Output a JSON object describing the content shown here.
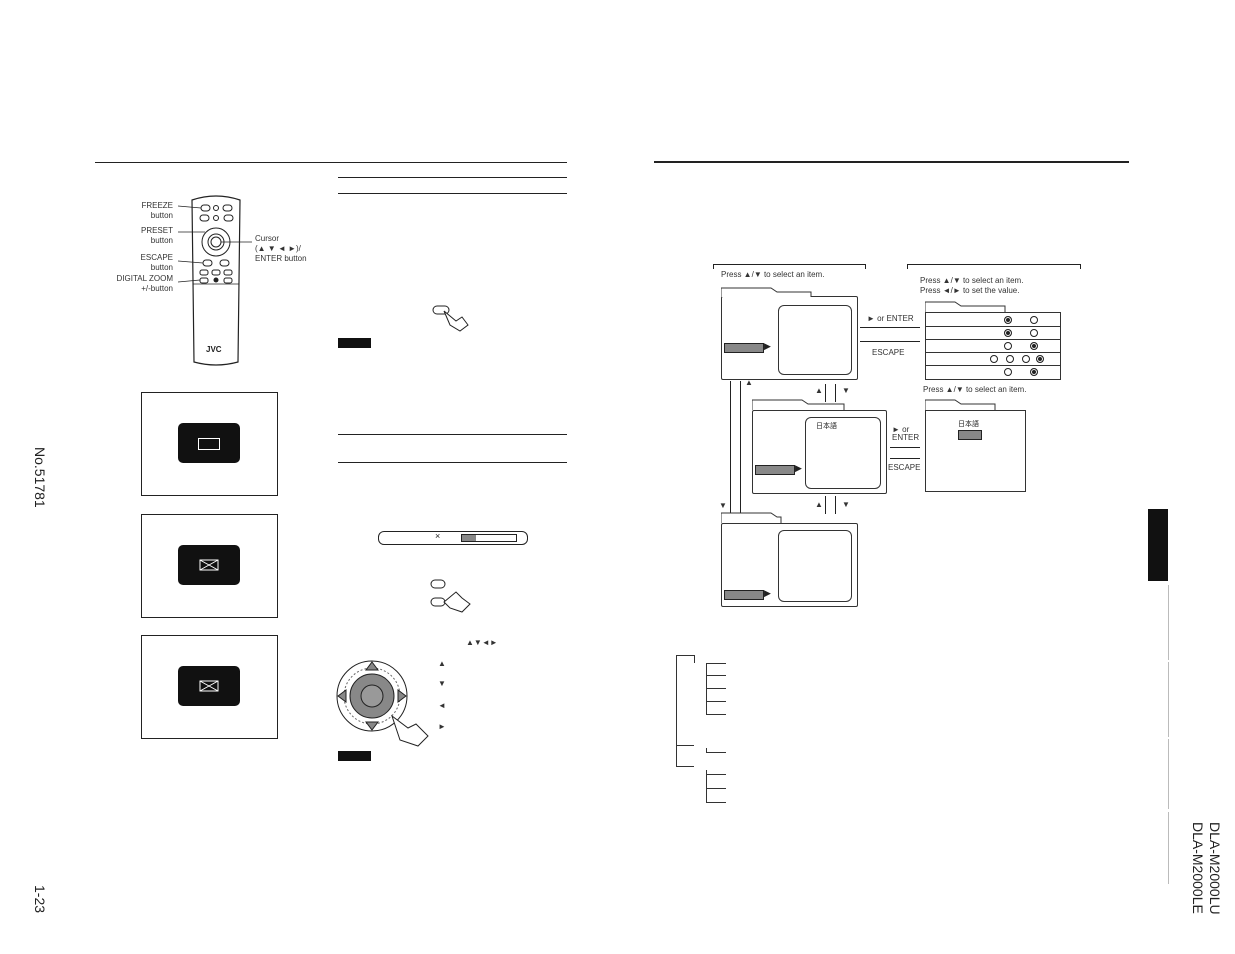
{
  "remote": {
    "labels": {
      "freeze": [
        "FREEZE",
        "button"
      ],
      "preset": [
        "PRESET",
        "button"
      ],
      "escape": [
        "ESCAPE",
        "button"
      ],
      "zoom": [
        "DIGITAL ZOOM",
        "+/-button"
      ],
      "cursor": [
        "Cursor",
        "(▲ ▼ ◄ ►)/",
        "ENTER button"
      ]
    },
    "brand": "JVC"
  },
  "screens": {
    "zoom_symbol": "×"
  },
  "zoom_bar": {
    "symbol": "×"
  },
  "cursor_section": {
    "heading_arrows": "▲▼◄►",
    "items": [
      "▲",
      "▼",
      "◄",
      "►"
    ]
  },
  "menu_diagram": {
    "left_instruction": "Press ▲/▼ to select an item.",
    "right_instruction_1": "Press ▲/▼ to select an item.",
    "right_instruction_2": "Press ◄/► to set the value.",
    "right_instruction_3": "Press ▲/▼ to select an item.",
    "enter_1": "► or ENTER",
    "escape_1": "ESCAPE",
    "enter_2a": "► or",
    "enter_2b": "ENTER",
    "escape_2": "ESCAPE",
    "nav_arrows": "▲",
    "nav_arrows_down": "▼",
    "lang_label": "日本語",
    "lang_label_2": "日本語"
  },
  "page": {
    "doc_number": "No.51781",
    "page_number": "1-23",
    "model_1": "DLA-M2000LU",
    "model_2": "DLA-M2000LE"
  }
}
